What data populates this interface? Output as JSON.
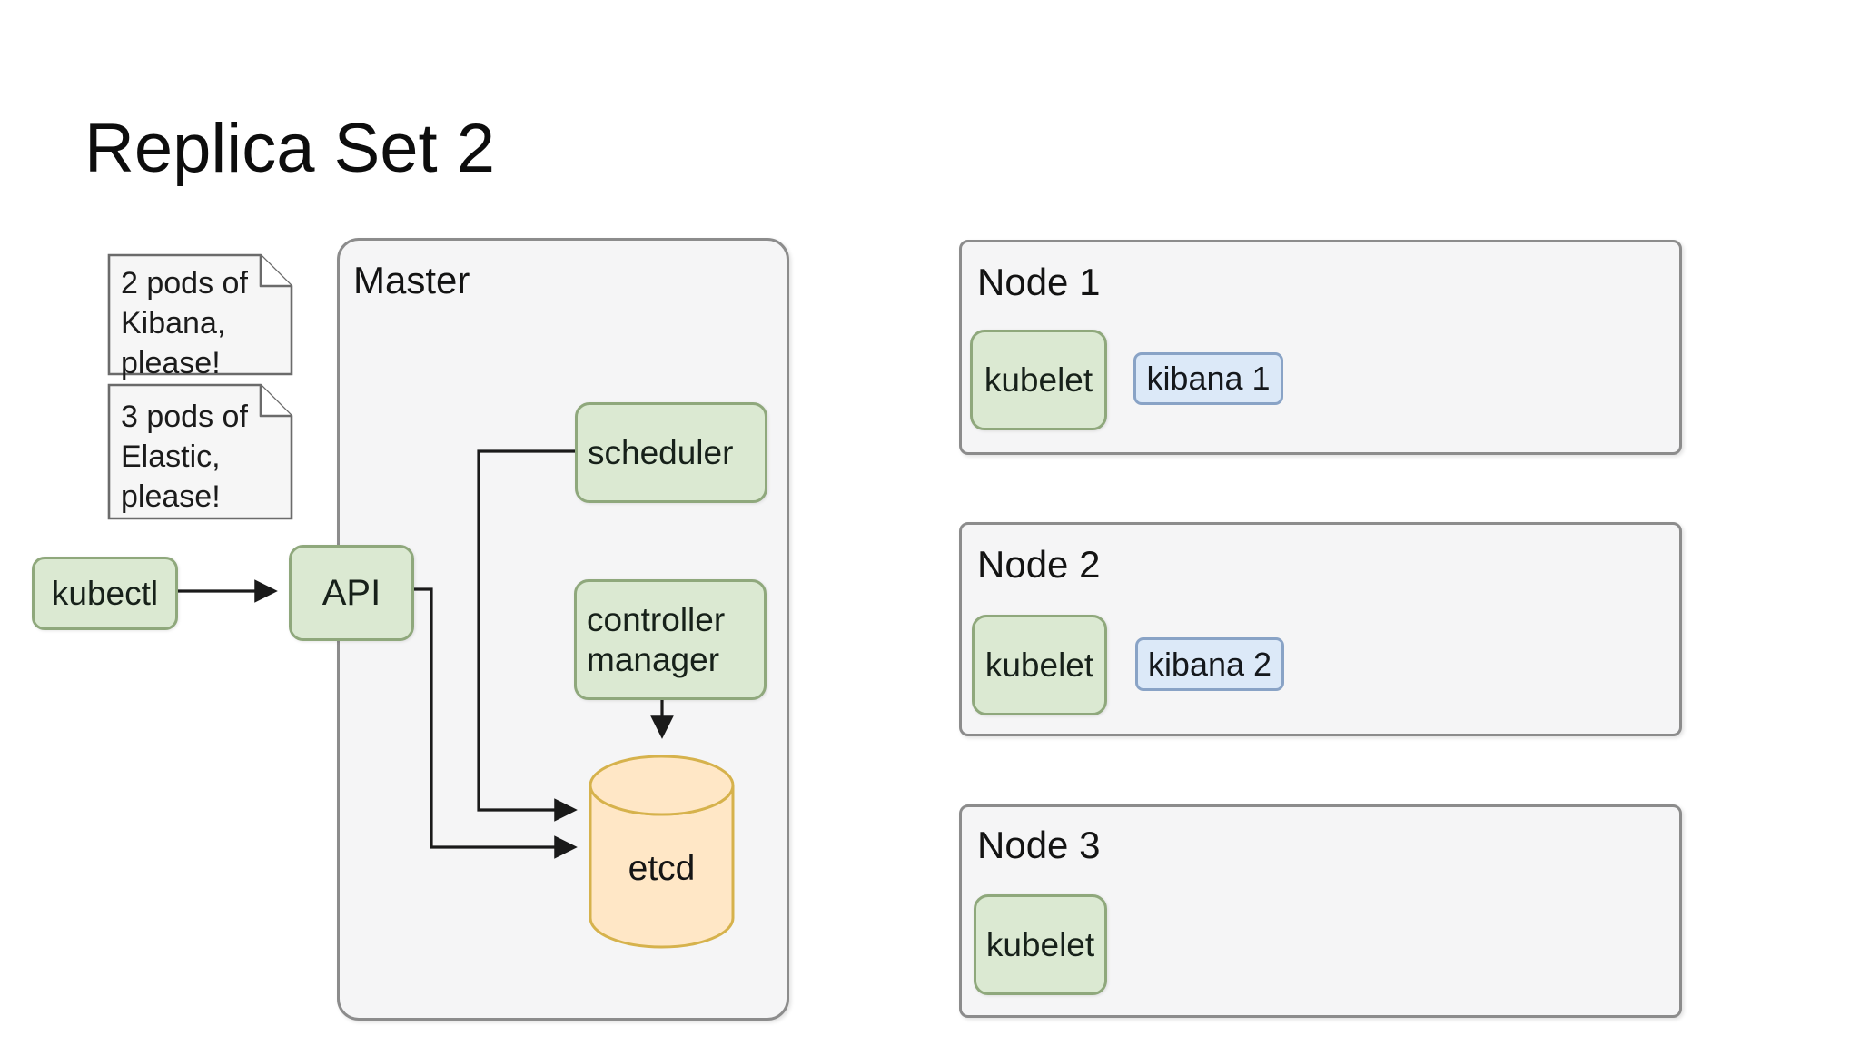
{
  "title": "Replica Set 2",
  "notes": [
    {
      "name": "kibana-request-note",
      "lines": [
        "2 pods of",
        "Kibana,",
        "please!"
      ]
    },
    {
      "name": "elastic-request-note",
      "lines": [
        "3 pods of",
        "Elastic,",
        "please!"
      ]
    }
  ],
  "kubectl": {
    "label": "kubectl"
  },
  "master": {
    "label": "Master",
    "api": "API",
    "scheduler": "scheduler",
    "controller_manager": [
      "controller",
      "manager"
    ],
    "etcd": "etcd"
  },
  "nodes": [
    {
      "label": "Node 1",
      "kubelet": "kubelet",
      "pod": "kibana 1"
    },
    {
      "label": "Node 2",
      "kubelet": "kubelet",
      "pod": "kibana 2"
    },
    {
      "label": "Node 3",
      "kubelet": "kubelet",
      "pod": ""
    }
  ],
  "colors": {
    "green-fill": "#dbe9d2",
    "green-stroke": "#8fa87c",
    "blue-fill": "#dce9f8",
    "blue-stroke": "#89a3c6",
    "orange-fill": "#ffe7c6",
    "orange-stroke": "#d6b24c",
    "container-fill": "#f5f5f6",
    "container-stroke": "#8c8c8c",
    "note-fill": "#f6f6f6",
    "note-stroke": "#6b6b6b",
    "connector": "#1a1a1a"
  }
}
